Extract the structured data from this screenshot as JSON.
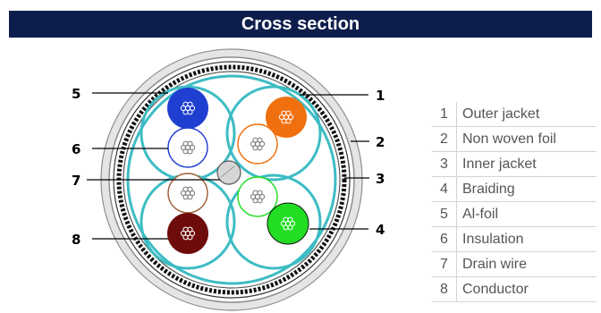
{
  "header": {
    "title": "Cross section"
  },
  "callouts": [
    "1",
    "2",
    "3",
    "4",
    "5",
    "6",
    "7",
    "8"
  ],
  "legend": {
    "rows": [
      {
        "num": "1",
        "label": "Outer jacket"
      },
      {
        "num": "2",
        "label": "Non woven foil"
      },
      {
        "num": "3",
        "label": "Inner jacket"
      },
      {
        "num": "4",
        "label": "Braiding"
      },
      {
        "num": "5",
        "label": "Al-foil"
      },
      {
        "num": "6",
        "label": "Insulation"
      },
      {
        "num": "7",
        "label": "Drain wire"
      },
      {
        "num": "8",
        "label": "Conductor"
      }
    ]
  },
  "colors": {
    "header_bg": "#0e1e4c",
    "pair_screen": "#3dbcc4",
    "blue": "#1f3fd0",
    "orange": "#f07010",
    "green": "#22dd22",
    "brown": "#6e0c0c"
  }
}
